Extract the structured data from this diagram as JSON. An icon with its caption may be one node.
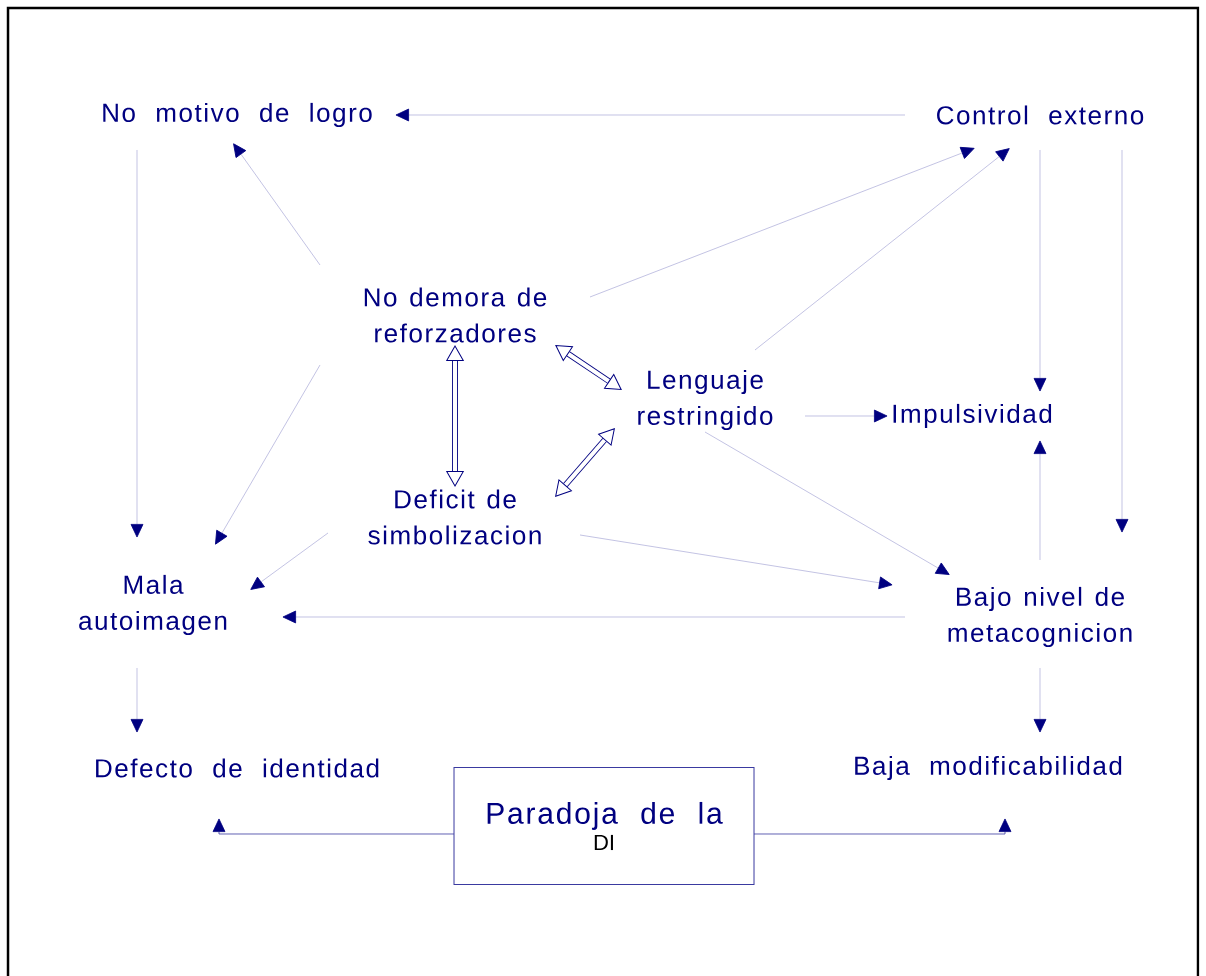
{
  "diagram": {
    "nodes": [
      {
        "text": [
          "No motivo de logro"
        ]
      },
      {
        "text": [
          "Control externo"
        ]
      },
      {
        "text": [
          "No demora de reforzadores"
        ]
      },
      {
        "text": [
          "Lenguaje restringido"
        ]
      },
      {
        "text": [
          "Impulsividad"
        ]
      },
      {
        "text": [
          "Deficit de simbolizacion"
        ]
      },
      {
        "text": [
          "Mala autoimagen"
        ]
      },
      {
        "text": [
          "Bajo nivel de metacognicion"
        ]
      },
      {
        "text": [
          "Defecto de identidad"
        ]
      },
      {
        "text": [
          "Baja modificabilidad"
        ]
      },
      {
        "text": [
          "Paradoja de la",
          "DI"
        ]
      }
    ],
    "edges": [
      {
        "from": 1,
        "to": 0,
        "arrow": "to"
      },
      {
        "from": 2,
        "to": 0,
        "arrow": "to"
      },
      {
        "from": 2,
        "to": 6,
        "arrow": "to"
      },
      {
        "from": 0,
        "to": 6,
        "arrow": "to"
      },
      {
        "from": 2,
        "to": 1,
        "arrow": "to"
      },
      {
        "from": 3,
        "to": 1,
        "arrow": "to"
      },
      {
        "from": 1,
        "to": 4,
        "arrow": "to"
      },
      {
        "from": 1,
        "to": 7,
        "arrow": "to"
      },
      {
        "from": 2,
        "to": 3,
        "arrow": "both",
        "style": "thick",
        "color": "#000080"
      },
      {
        "from": 2,
        "to": 5,
        "arrow": "both",
        "style": "thick",
        "color": "#000080"
      },
      {
        "from": 5,
        "to": 3,
        "arrow": "both",
        "style": "thick",
        "color": "#000080"
      },
      {
        "from": 3,
        "to": 4,
        "arrow": "to"
      },
      {
        "from": 3,
        "to": 7,
        "arrow": "to"
      },
      {
        "from": 5,
        "to": 7,
        "arrow": "to"
      },
      {
        "from": 5,
        "to": 6,
        "arrow": "to"
      },
      {
        "from": 7,
        "to": 4,
        "arrow": "to"
      },
      {
        "from": 7,
        "to": 6,
        "arrow": "to"
      },
      {
        "from": 6,
        "to": 8,
        "arrow": "to"
      },
      {
        "from": 7,
        "to": 9,
        "arrow": "to"
      },
      {
        "from": 10,
        "to": 8,
        "arrow": "to",
        "color": "#3a3aa0"
      },
      {
        "from": 10,
        "to": 9,
        "arrow": "to",
        "color": "#3a3aa0"
      }
    ]
  }
}
